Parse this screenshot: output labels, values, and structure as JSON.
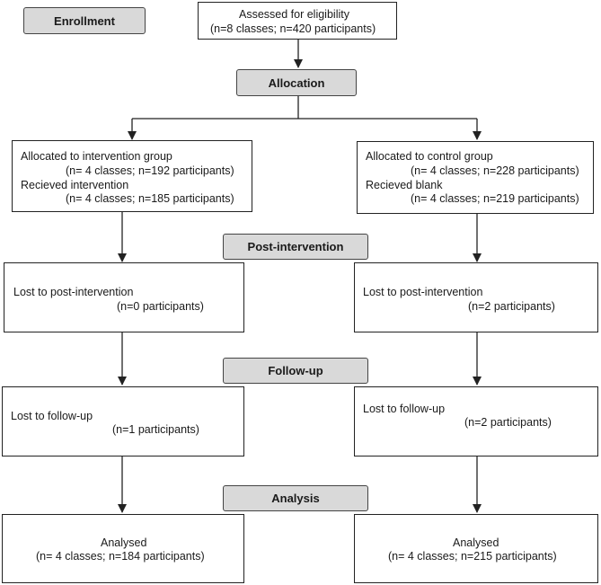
{
  "stages": {
    "enrollment": "Enrollment",
    "allocation": "Allocation",
    "post_intervention": "Post-intervention",
    "follow_up": "Follow-up",
    "analysis": "Analysis"
  },
  "assessed": {
    "line1": "Assessed for eligibility",
    "line2": "(n=8 classes; n=420 participants)"
  },
  "intervention": {
    "allocated_label": "Allocated to intervention group",
    "allocated_counts": "(n= 4 classes; n=192 participants)",
    "received_label": "Recieved intervention",
    "received_counts": "(n= 4 classes; n=185 participants)",
    "lost_post_label": "Lost to post-intervention",
    "lost_post_counts": "(n=0 participants)",
    "lost_follow_label": "Lost to follow-up",
    "lost_follow_counts": "(n=1 participants)",
    "analysed_label": "Analysed",
    "analysed_counts": "(n= 4 classes; n=184 participants)"
  },
  "control": {
    "allocated_label": "Allocated to control group",
    "allocated_counts": "(n= 4 classes; n=228 participants)",
    "received_label": "Recieved blank",
    "received_counts": "(n= 4 classes; n=219 participants)",
    "lost_post_label": "Lost to post-intervention",
    "lost_post_counts": "(n=2 participants)",
    "lost_follow_label": "Lost to follow-up",
    "lost_follow_counts": "(n=2 participants)",
    "analysed_label": "Analysed",
    "analysed_counts": "(n= 4 classes; n=215 participants)"
  },
  "colors": {
    "stage_fill": "#d9d9d9",
    "line": "#222222"
  }
}
